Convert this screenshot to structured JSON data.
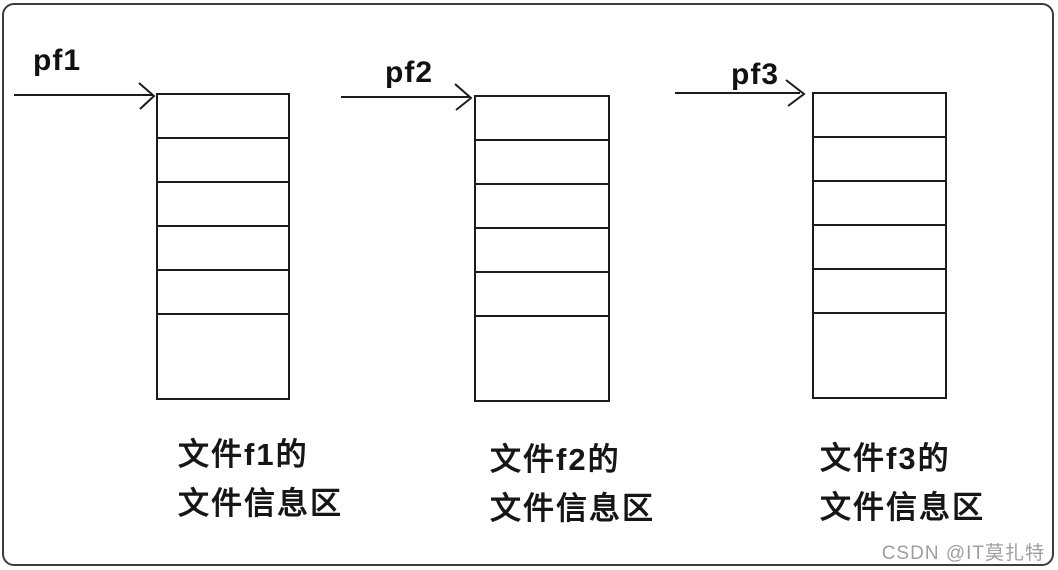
{
  "diagram": {
    "units": [
      {
        "pointer_label": "pf1",
        "caption_line1": "文件f1的",
        "caption_line2": "文件信息区",
        "cell_count": 6
      },
      {
        "pointer_label": "pf2",
        "caption_line1": "文件f2的",
        "caption_line2": "文件信息区",
        "cell_count": 6
      },
      {
        "pointer_label": "pf3",
        "caption_line1": "文件f3的",
        "caption_line2": "文件信息区",
        "cell_count": 6
      }
    ],
    "watermark": "CSDN @IT莫扎特",
    "colors": {
      "line": "#1c1c1c",
      "outer_border": "#3c3c3c",
      "watermark": "#9e9e9e",
      "background": "#ffffff"
    }
  }
}
